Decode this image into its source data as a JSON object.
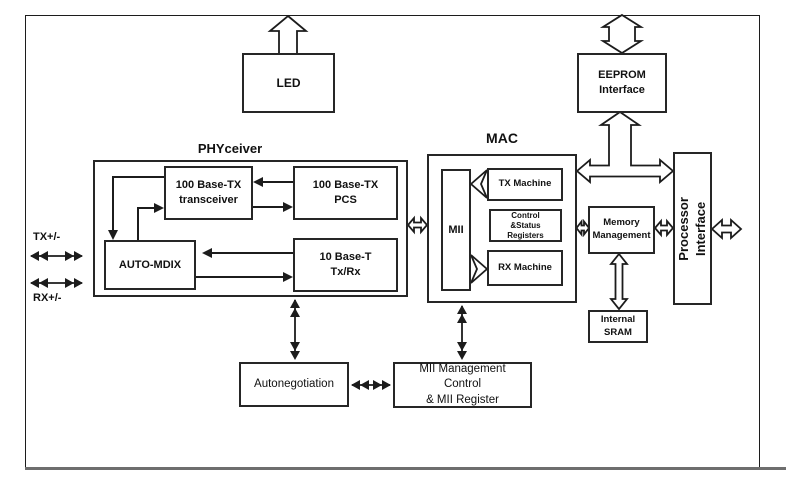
{
  "diagram": {
    "ports": {
      "tx": "TX+/-",
      "rx": "RX+/-"
    },
    "headings": {
      "phyceiver": "PHYceiver",
      "mac": "MAC"
    },
    "blocks": {
      "led": "LED",
      "eeprom": "EEPROM\nInterface",
      "transceiver": "100 Base-TX\ntransceiver",
      "pcs": "100 Base-TX\nPCS",
      "automdix": "AUTO-MDIX",
      "base10t": "10 Base-T\nTx/Rx",
      "mii": "MII",
      "tx_machine": "TX Machine",
      "csr": "Control\n&Status\nRegisters",
      "rx_machine": "RX Machine",
      "memory_management": "Memory\nManagement",
      "internal_sram": "Internal\nSRAM",
      "processor_interface": "Processor\nInterface",
      "autonegotiation": "Autonegotiation",
      "mii_mgmt": "MII Management\nControl\n& MII Register"
    },
    "colors": {
      "line": "#1c1c1c",
      "background": "#ffffff"
    }
  }
}
